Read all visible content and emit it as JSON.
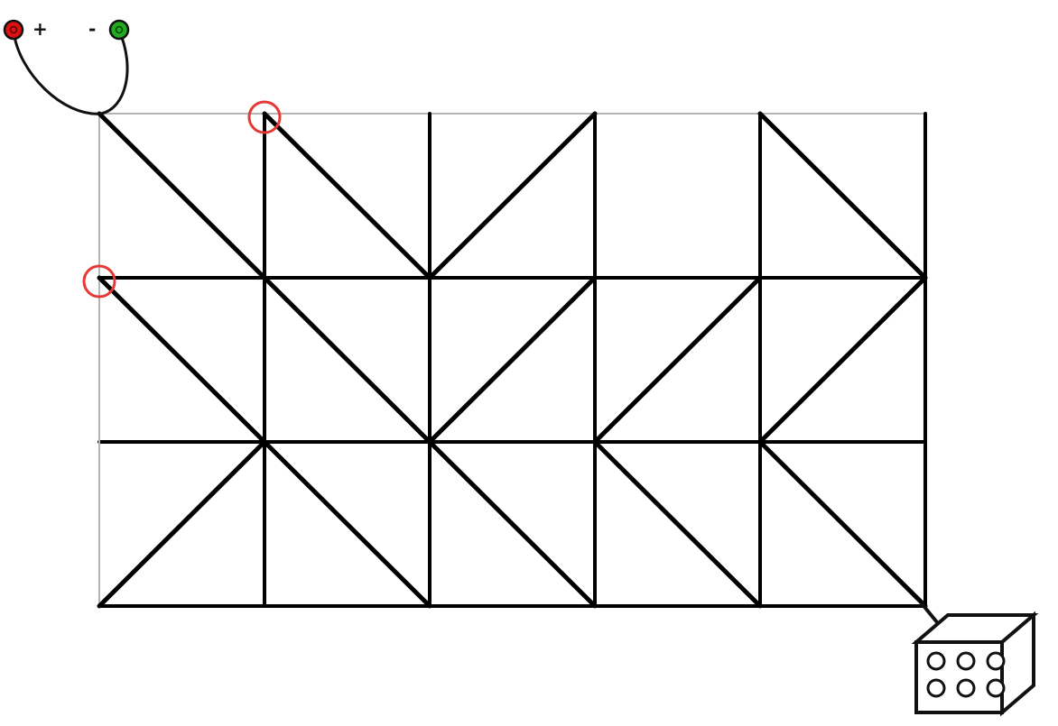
{
  "battery": {
    "positive_label": "+",
    "negative_label": "-",
    "positive_color": "#dd1111",
    "negative_color": "#22aa22"
  },
  "grid": {
    "columns": 5,
    "rows": 3,
    "line_color": "#000000",
    "faint_edges": [
      "top",
      "left"
    ],
    "diagonals": [
      [
        "down",
        "down",
        "up",
        "none",
        "down"
      ],
      [
        "down",
        "down",
        "up",
        "up",
        "up"
      ],
      [
        "up",
        "down",
        "down",
        "down",
        "down"
      ]
    ]
  },
  "highlights": {
    "color": "#e53935",
    "nodes": [
      {
        "name": "wire-end-top",
        "col": 1,
        "row": 0
      },
      {
        "name": "wire-end-left",
        "col": 0,
        "row": 1
      }
    ]
  },
  "device": {
    "name": "lamp-box",
    "port_count": 6
  }
}
